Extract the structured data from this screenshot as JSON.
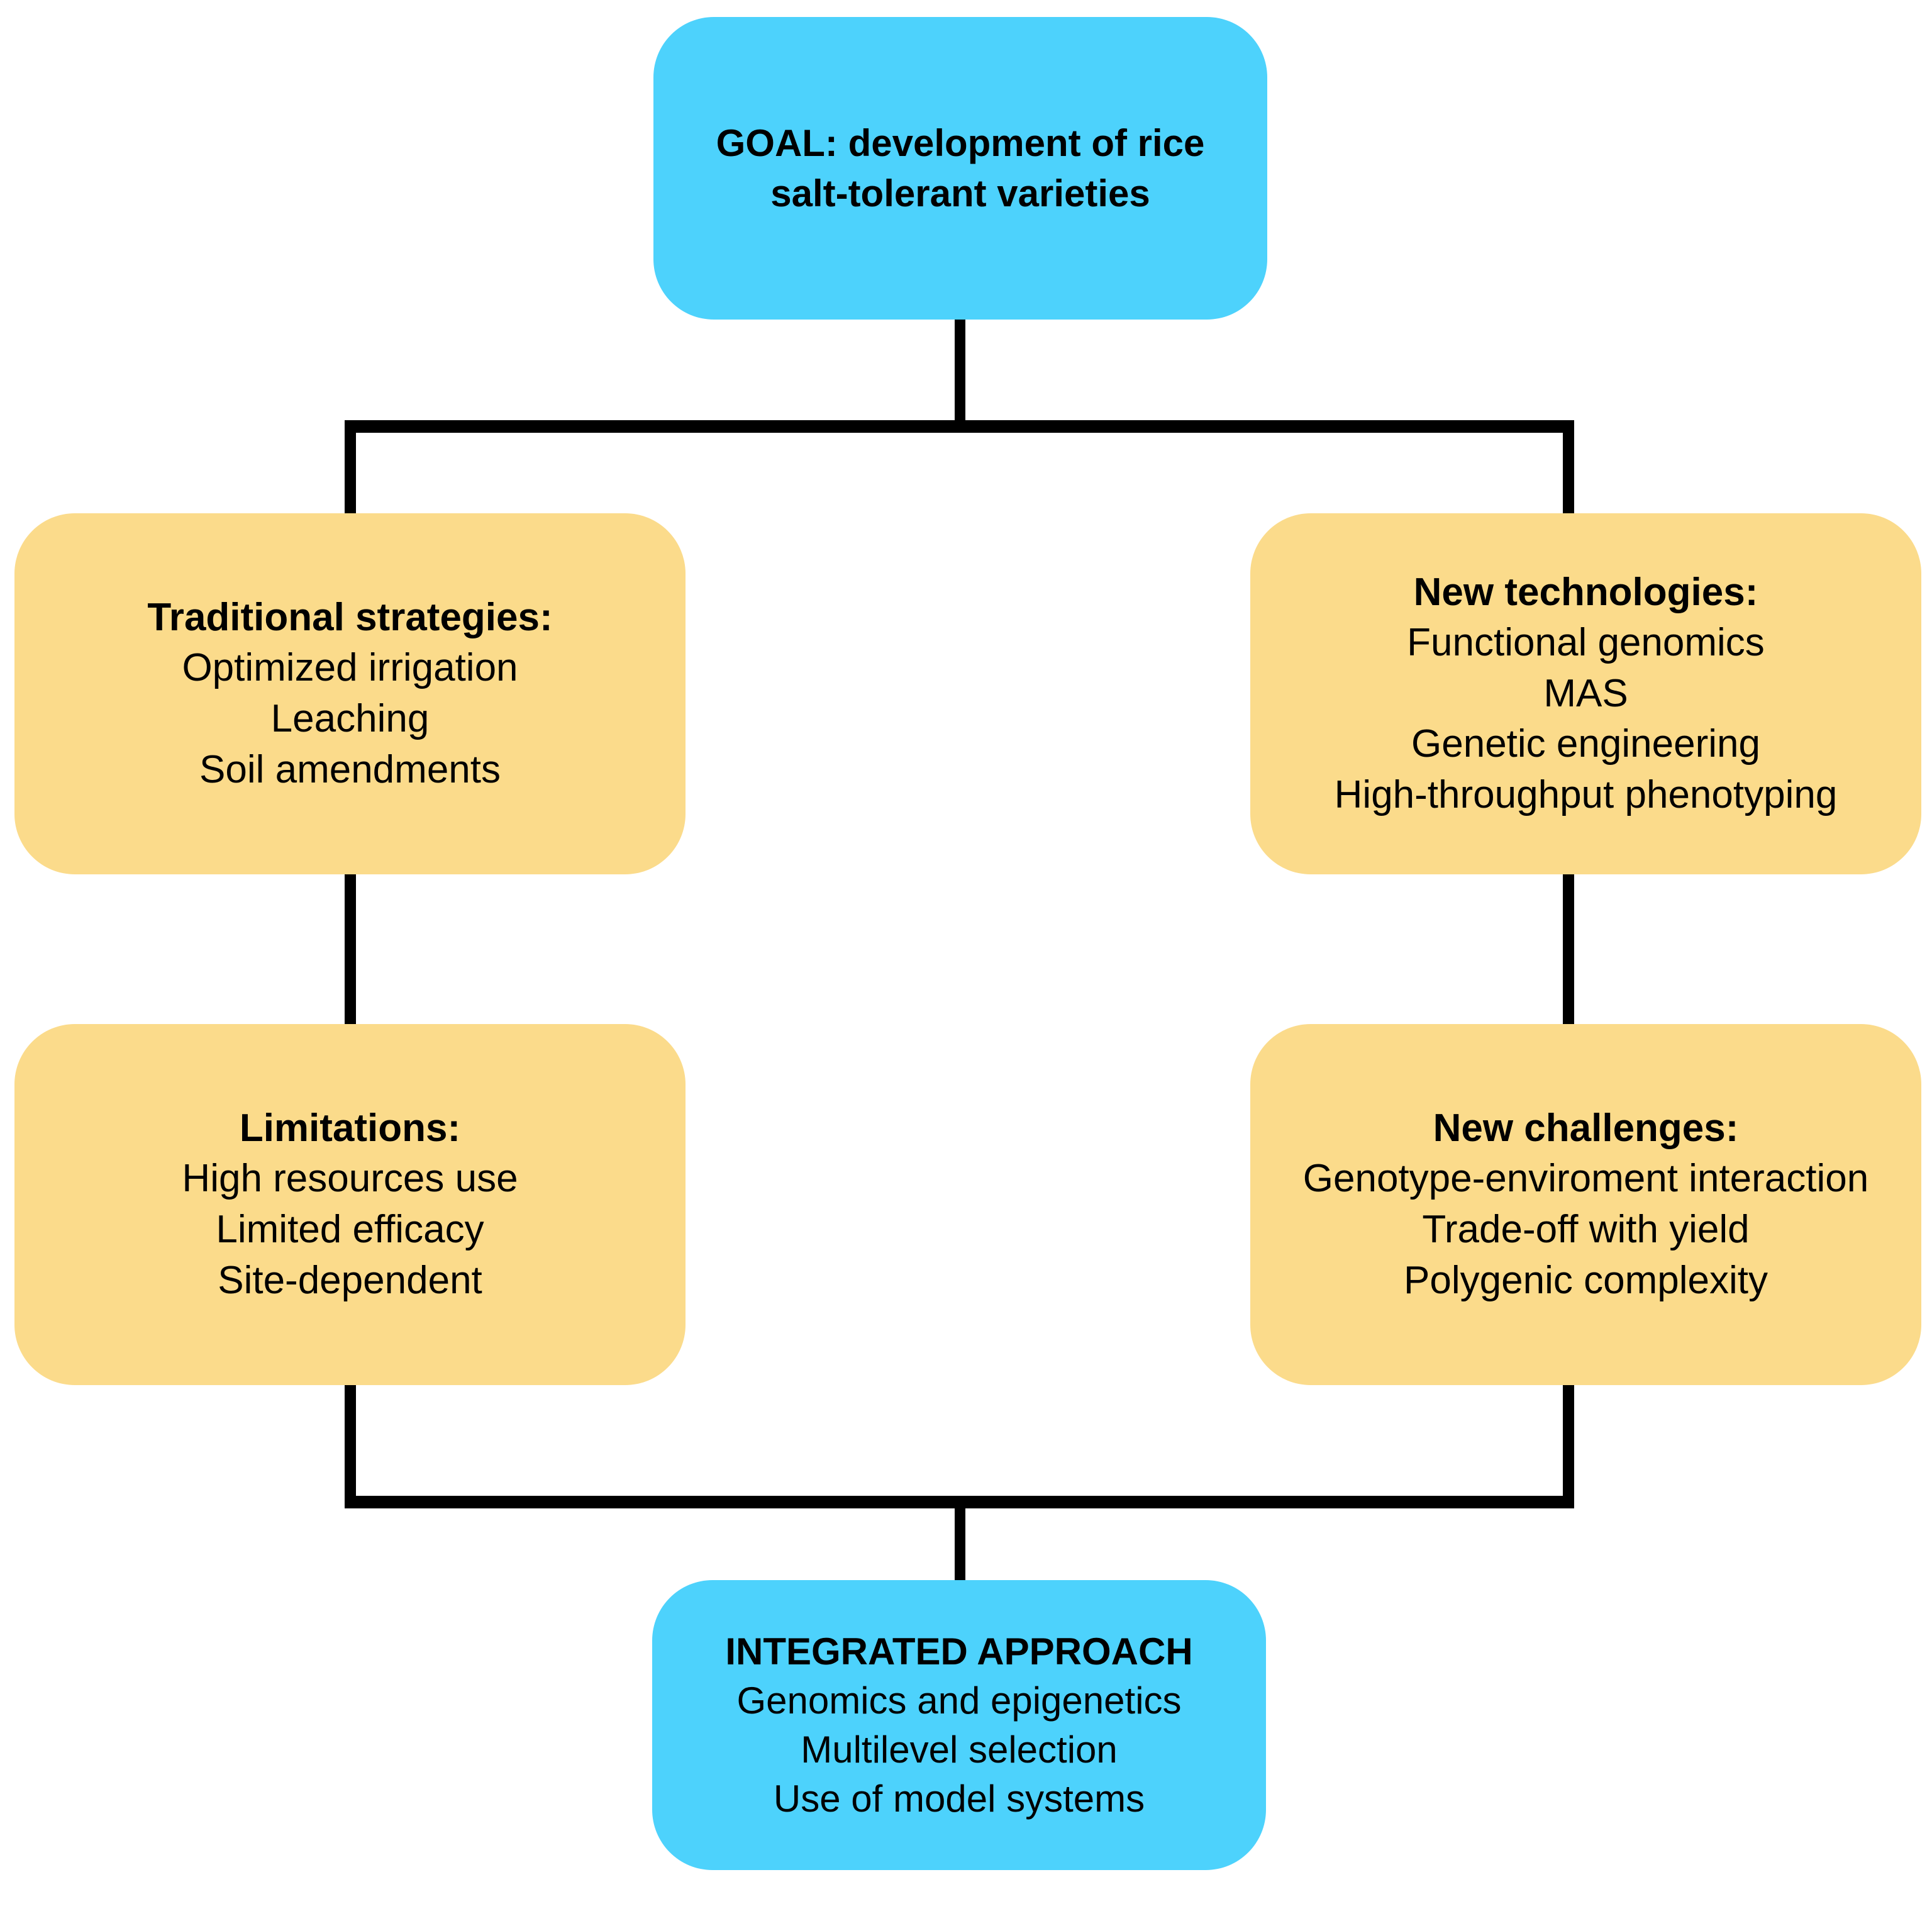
{
  "diagram": {
    "title": "Rice salt-tolerance breeding strategy flowchart",
    "colors": {
      "accent_blue": "#4dd2fc",
      "accent_yellow": "#fbdb8b",
      "connector": "#000000",
      "background": "#ffffff",
      "text": "#000000"
    }
  },
  "nodes": {
    "goal": {
      "heading_line_1": "GOAL: development of rice",
      "heading_line_2": "salt-tolerant varieties"
    },
    "traditional": {
      "heading": "Traditional strategies:",
      "items": [
        "Optimized irrigation",
        "Leaching",
        "Soil amendments"
      ]
    },
    "technologies": {
      "heading": "New technologies:",
      "items": [
        "Functional genomics",
        "MAS",
        "Genetic engineering",
        "High-throughput phenotyping"
      ]
    },
    "limitations": {
      "heading": "Limitations:",
      "items": [
        "High resources use",
        "Limited efficacy",
        "Site-dependent"
      ]
    },
    "challenges": {
      "heading": "New challenges:",
      "items": [
        "Genotype-enviroment interaction",
        "Trade-off with yield",
        "Polygenic complexity"
      ]
    },
    "integrated": {
      "heading": "INTEGRATED APPROACH",
      "items": [
        "Genomics and epigenetics",
        "Multilevel selection",
        "Use of model systems"
      ]
    }
  }
}
